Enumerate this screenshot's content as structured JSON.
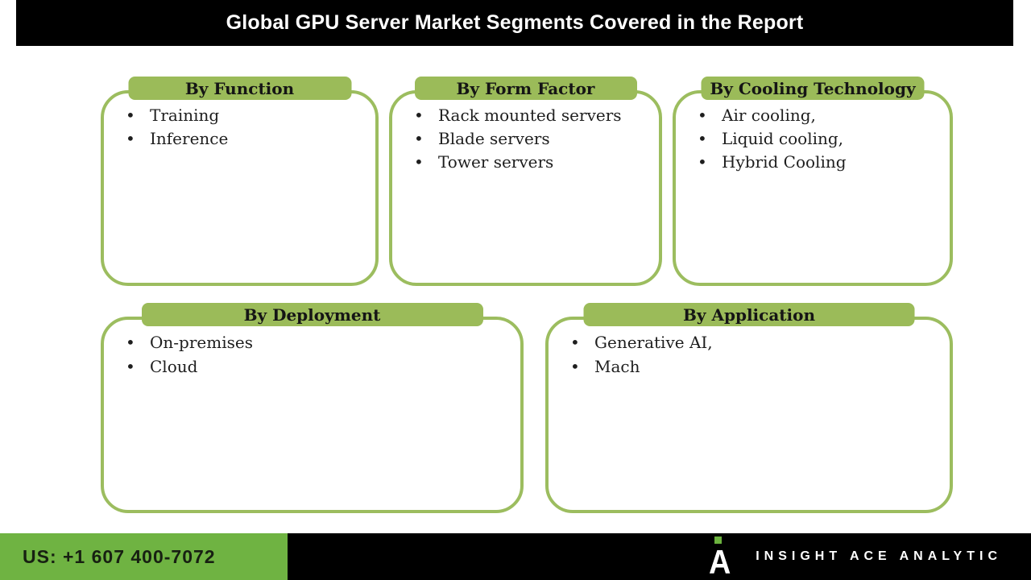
{
  "title_bar": {
    "title": "Global GPU Server Market Segments Covered in the Report"
  },
  "segments": [
    {
      "header": "By Function",
      "items": [
        "Training",
        "Inference"
      ]
    },
    {
      "header": "By Form Factor",
      "items": [
        "Rack mounted servers",
        "Blade servers",
        "Tower servers"
      ]
    },
    {
      "header": "By Cooling Technology",
      "items": [
        "Air cooling,",
        "Liquid cooling,",
        "Hybrid Cooling"
      ]
    },
    {
      "header": "By Deployment",
      "items": [
        "On-premises",
        "Cloud"
      ]
    },
    {
      "header": "By Application",
      "items": [
        "Generative AI,",
        "Mach"
      ]
    }
  ],
  "footer": {
    "phone": "US: +1 607 400-7072",
    "brand": "INSIGHT ACE ANALYTIC",
    "logo": "insight-ace-analytic-logo"
  },
  "colors": {
    "segment_green": "#9BBB59",
    "segment_border_green": "#9CBD5F",
    "footer_green": "#6FB342",
    "bar_black": "#000000",
    "title_text": "#ffffff"
  }
}
